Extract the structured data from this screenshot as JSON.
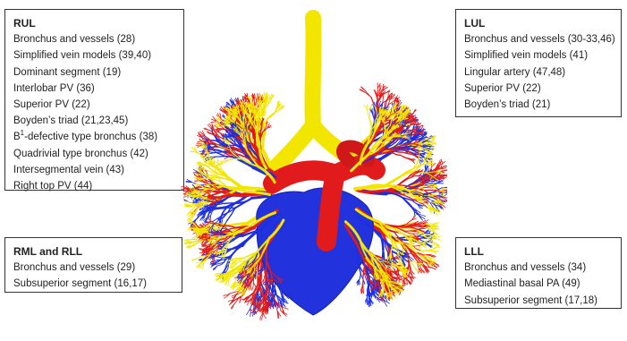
{
  "boxes": {
    "rul": {
      "title": "RUL",
      "items": [
        "Bronchus and vessels (28)",
        "Simplified vein models (39,40)",
        "Dominant segment (19)",
        "Interlobar PV (36)",
        "Superior PV (22)",
        "Boyden’s triad (21,23,45)",
        "-defective type bronchus (38)",
        "Quadrivial type bronchus (42)",
        "Intersegmental vein (43)",
        "Right top PV (44)"
      ],
      "b1_prefix": "B",
      "b1_sup": "1"
    },
    "lul": {
      "title": "LUL",
      "items": [
        "Bronchus and vessels (30-33,46)",
        "Simplified vein models (41)",
        "Lingular artery (47,48)",
        "Superior PV (22)",
        "Boyden’s triad (21)"
      ]
    },
    "rml": {
      "title": "RML and RLL",
      "items": [
        "Bronchus and vessels (29)",
        "Subsuperior segment (16,17)"
      ]
    },
    "lll": {
      "title": "LLL",
      "items": [
        "Bronchus and vessels (34)",
        "Mediastinal basal PA (49)",
        "Subsuperior segment (17,18)"
      ]
    }
  },
  "colors": {
    "airway": "#f2e600",
    "artery": "#e11b1b",
    "vein": "#1e2fe0",
    "heart": "#2233dd",
    "border": "#333333"
  }
}
